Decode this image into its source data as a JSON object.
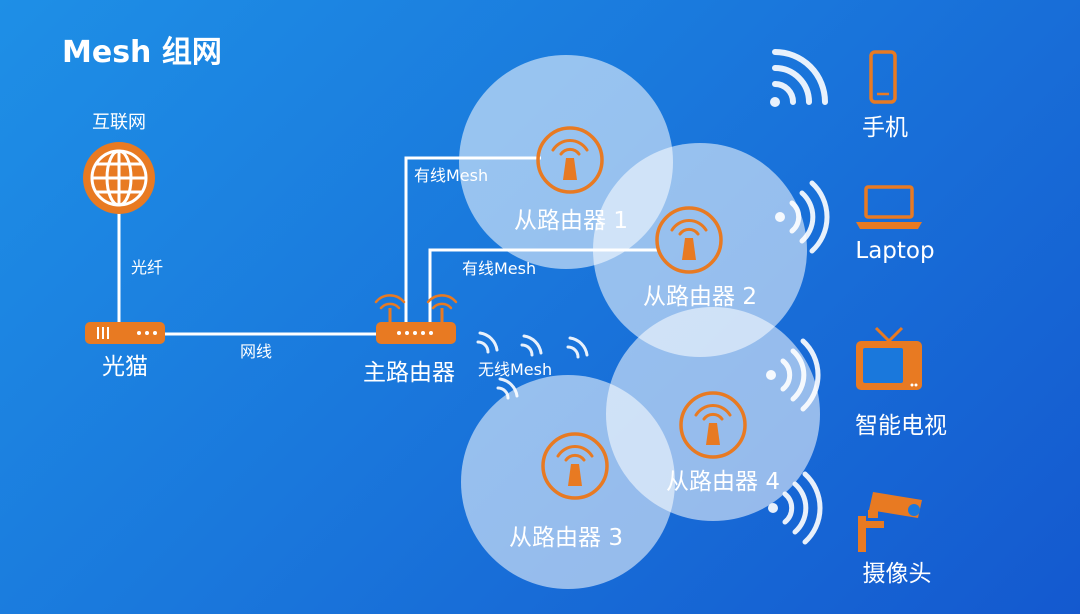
{
  "title": "Mesh 组网",
  "nodes": {
    "internet": "互联网",
    "modem": "光猫",
    "main_router": "主路由器",
    "sub_router_1": "从路由器 1",
    "sub_router_2": "从路由器 2",
    "sub_router_3": "从路由器 3",
    "sub_router_4": "从路由器 4"
  },
  "links": {
    "fiber": "光纤",
    "ethernet": "网线",
    "wired_mesh_1": "有线Mesh",
    "wired_mesh_2": "有线Mesh",
    "wireless_mesh": "无线Mesh"
  },
  "devices": {
    "phone": "手机",
    "laptop": "Laptop",
    "tv": "智能电视",
    "camera": "摄像头"
  },
  "colors": {
    "background_start": "#1e8fe6",
    "background_end": "#1459cf",
    "accent_orange": "#e87a22",
    "line_white": "#ffffff"
  },
  "icons": [
    "globe-icon",
    "modem-icon",
    "router-icon",
    "ap-icon",
    "wifi-icon",
    "phone-icon",
    "laptop-icon",
    "tv-icon",
    "camera-icon"
  ]
}
